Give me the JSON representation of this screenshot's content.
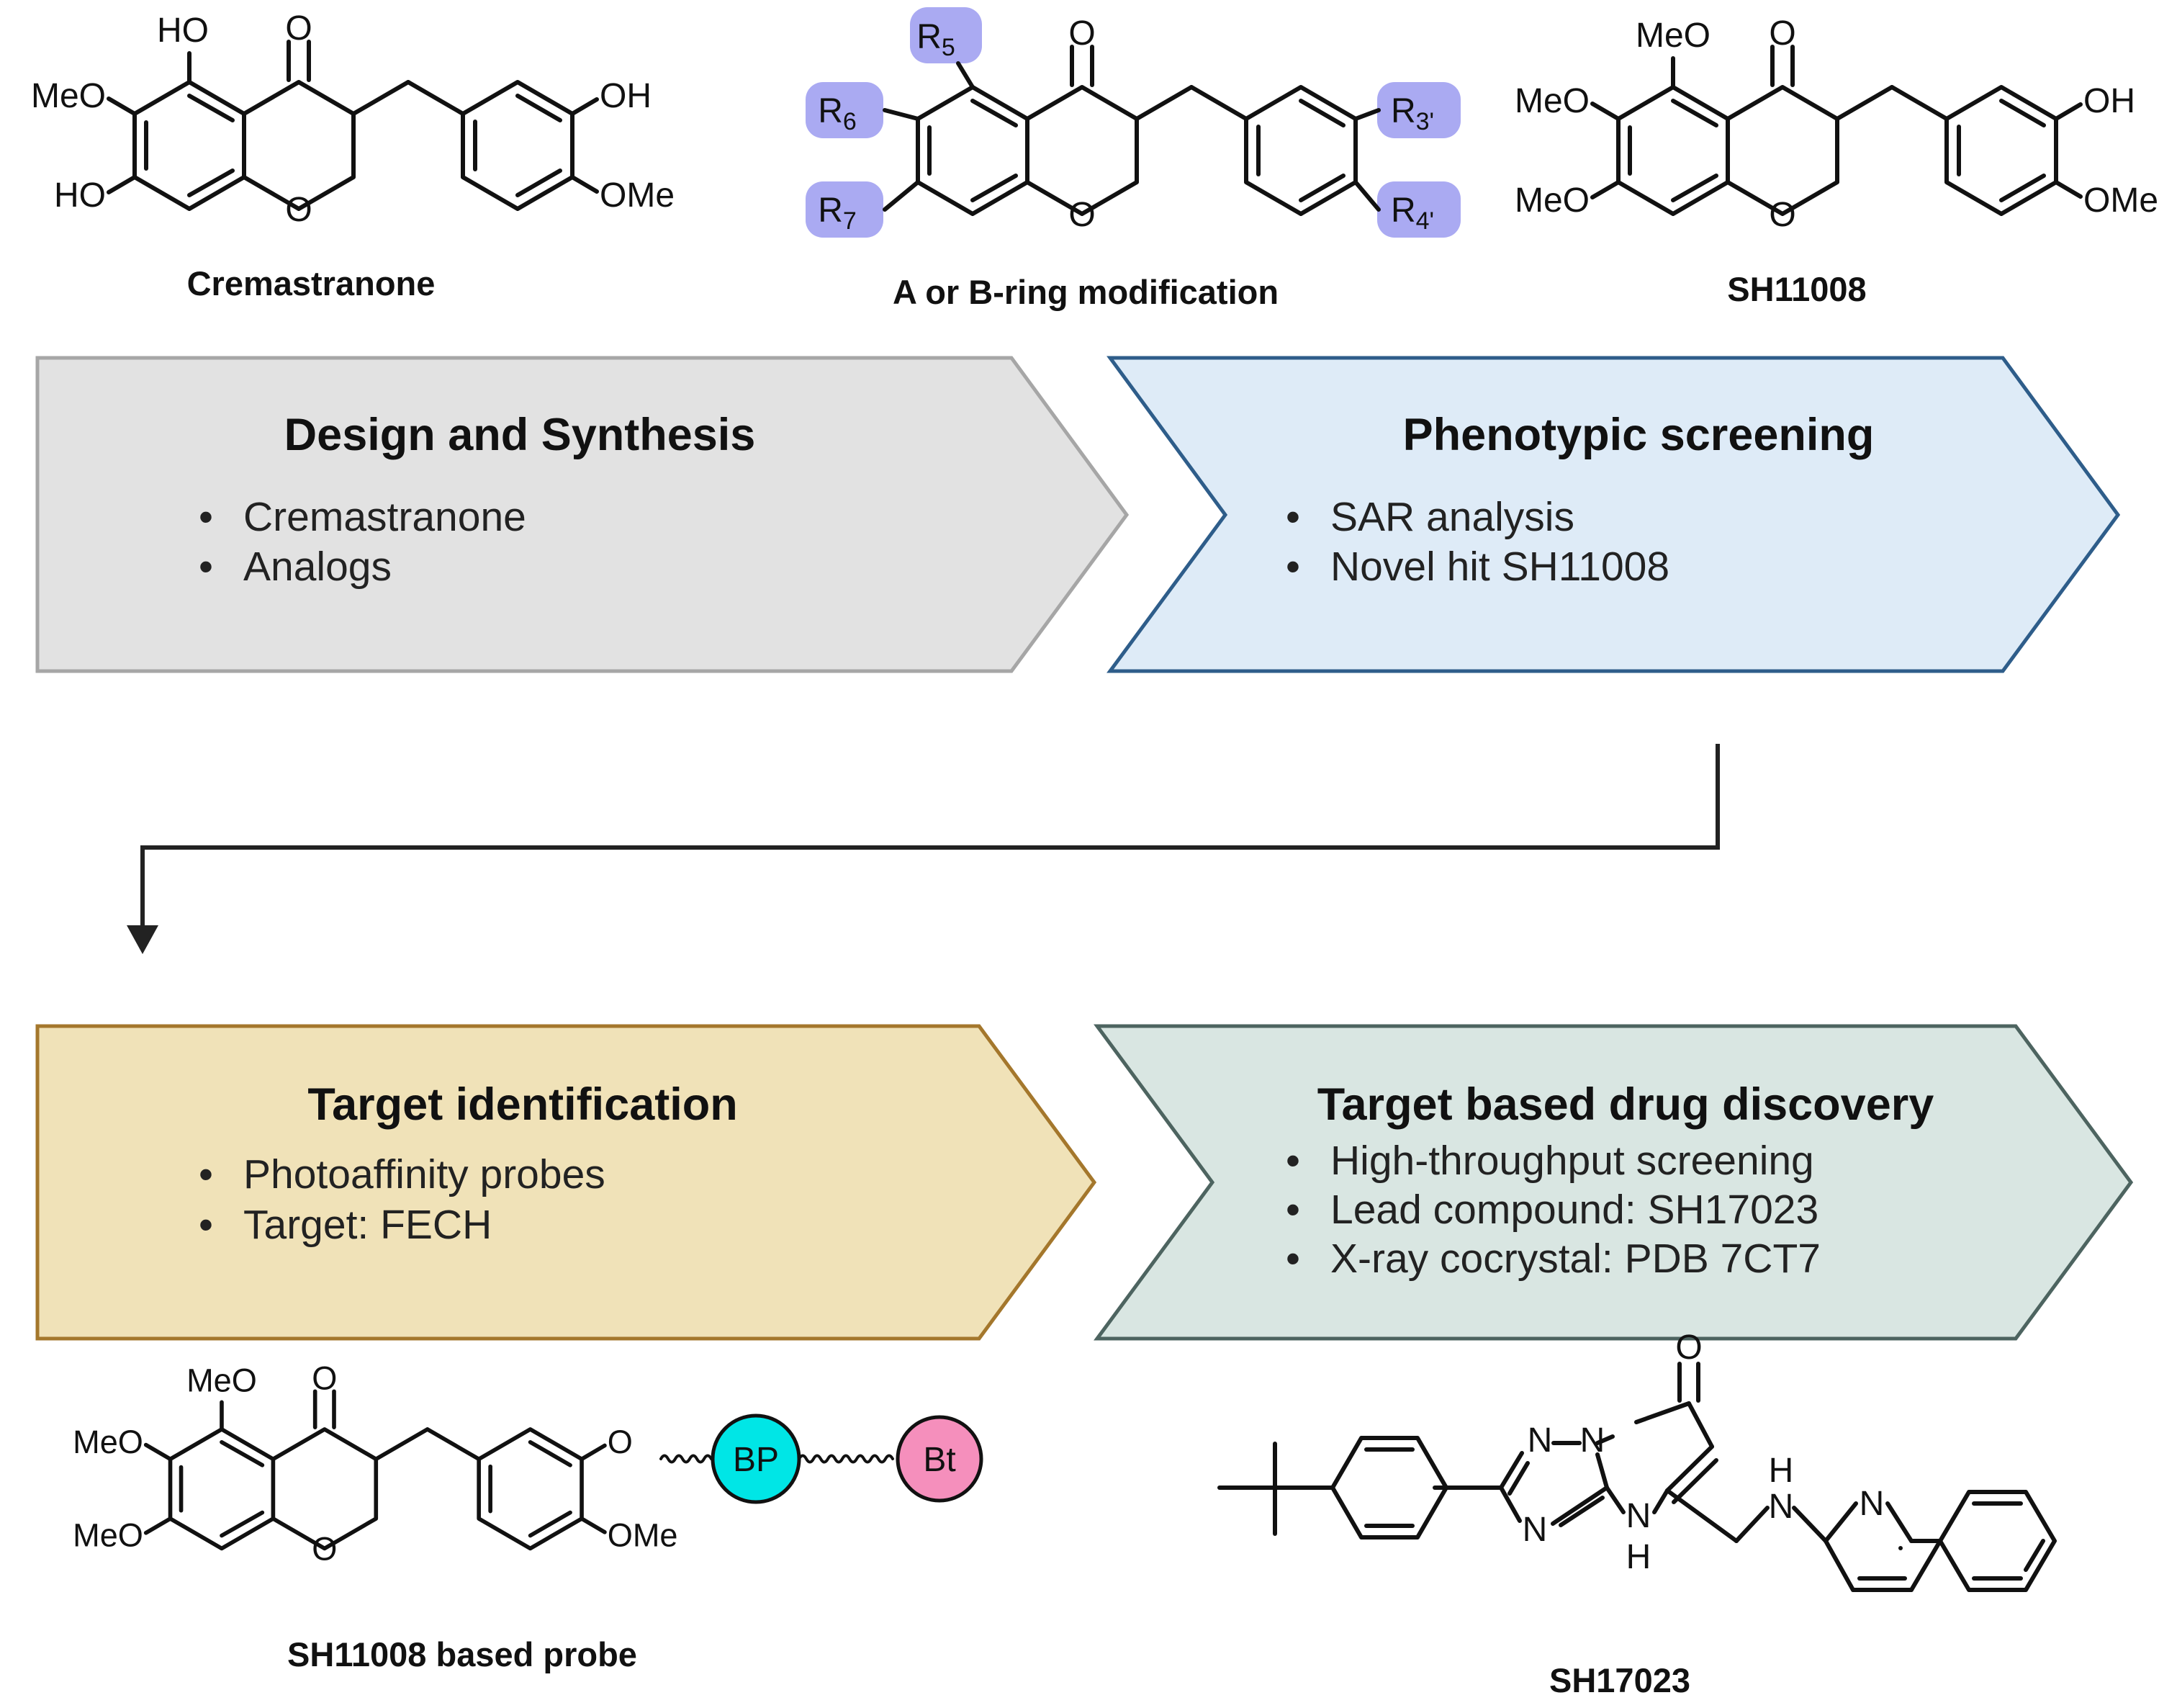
{
  "compounds": {
    "cremastranone": {
      "name": "Cremastranone",
      "atoms": {
        "a5": "HO",
        "a6": "MeO",
        "a7": "HO",
        "o4": "O",
        "o1": "O",
        "b3": "OH",
        "b4": "OMe"
      }
    },
    "generic": {
      "name": "A or B-ring modification",
      "atoms": {
        "o4": "O",
        "o1": "O"
      },
      "r_groups": [
        {
          "base": "R",
          "sub": "5"
        },
        {
          "base": "R",
          "sub": "6"
        },
        {
          "base": "R",
          "sub": "7"
        },
        {
          "base": "R",
          "sub": "3'"
        },
        {
          "base": "R",
          "sub": "4'"
        }
      ],
      "highlight_color": "#aaaaf2"
    },
    "sh11008": {
      "name": "SH11008",
      "atoms": {
        "a5": "MeO",
        "a6": "MeO",
        "a7": "MeO",
        "o4": "O",
        "o1": "O",
        "b3": "OH",
        "b4": "OMe"
      }
    },
    "probe": {
      "name": "SH11008 based probe",
      "atoms": {
        "a5": "MeO",
        "a6": "MeO",
        "a7": "MeO",
        "o4": "O",
        "o1": "O",
        "b3": "O",
        "b4": "OMe"
      },
      "tags": [
        {
          "label": "BP",
          "color": "#00e6e6"
        },
        {
          "label": "Bt",
          "color": "#f58fbc"
        }
      ]
    },
    "sh17023": {
      "name": "SH17023",
      "atoms": {
        "n1": "N",
        "n2": "N",
        "n3": "N",
        "n4": "N",
        "h4": "H",
        "o": "O",
        "nh": "N",
        "nhh": "H",
        "nq": "N"
      }
    }
  },
  "steps": [
    {
      "title": "Design and Synthesis",
      "bullets": [
        "Cremastranone",
        "Analogs"
      ],
      "fill": "#e2e2e2",
      "stroke": "#a6a6a6"
    },
    {
      "title": "Phenotypic screening",
      "bullets": [
        "SAR analysis",
        "Novel hit SH11008"
      ],
      "fill": "#deebf7",
      "stroke": "#2e5d8a"
    },
    {
      "title": "Target identification",
      "bullets": [
        "Photoaffinity probes",
        "Target: FECH"
      ],
      "fill": "#f0e2b8",
      "stroke": "#a4772c"
    },
    {
      "title": "Target based drug discovery",
      "bullets": [
        "High-throughput screening",
        "Lead compound: SH17023",
        "X-ray cocrystal: PDB 7CT7"
      ],
      "fill": "#d9e6e2",
      "stroke": "#4d6460"
    }
  ],
  "bullet_symbol": "•"
}
